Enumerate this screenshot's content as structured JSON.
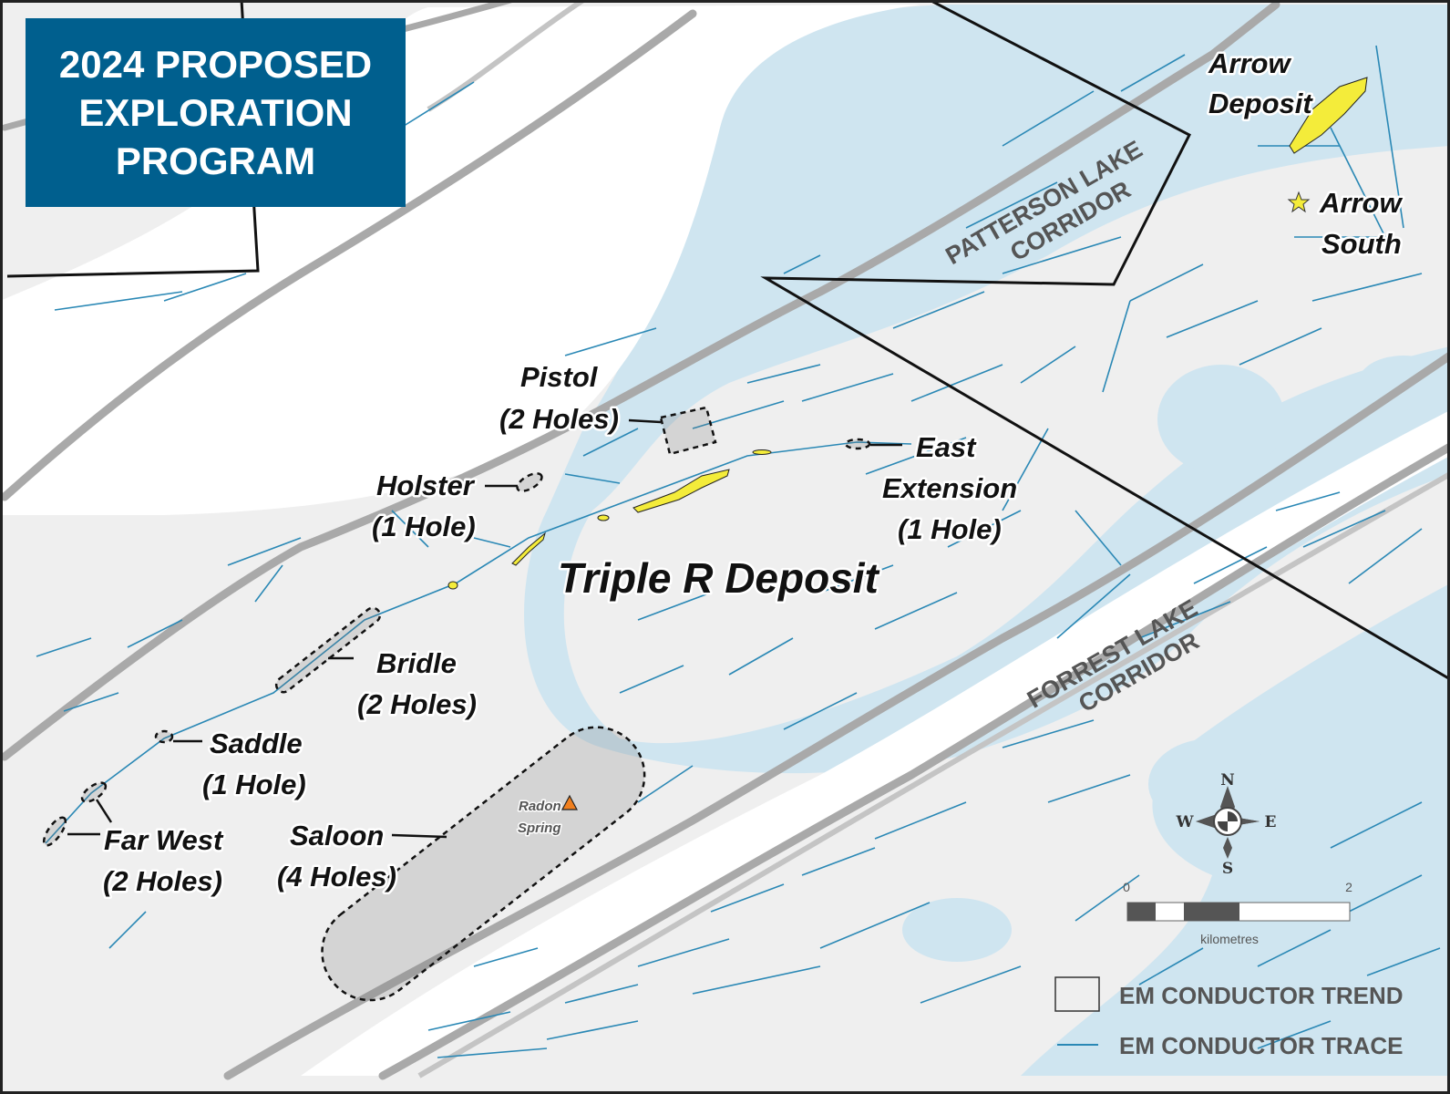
{
  "title": {
    "line1": "2024 PROPOSED",
    "line2": "EXPLORATION",
    "line3": "PROGRAM"
  },
  "targets": {
    "pistol": {
      "name": "Pistol",
      "holes": "(2 Holes)"
    },
    "holster": {
      "name": "Holster",
      "holes": "(1 Hole)"
    },
    "east_extension": {
      "name": "East",
      "name2": "Extension",
      "holes": "(1 Hole)"
    },
    "bridle": {
      "name": "Bridle",
      "holes": "(2 Holes)"
    },
    "saddle": {
      "name": "Saddle",
      "holes": "(1 Hole)"
    },
    "far_west": {
      "name": "Far West",
      "holes": "(2 Holes)"
    },
    "saloon": {
      "name": "Saloon",
      "holes": "(4 Holes)"
    }
  },
  "deposits": {
    "triple_r": "Triple R Deposit",
    "arrow_1": "Arrow",
    "arrow_2": "Deposit",
    "arrow_south_1": "Arrow",
    "arrow_south_2": "South"
  },
  "features": {
    "radon_1": "Radon",
    "radon_2": "Spring"
  },
  "corridors": {
    "patterson_1": "PATTERSON LAKE",
    "patterson_2": "CORRIDOR",
    "forrest_1": "FORREST LAKE",
    "forrest_2": "CORRIDOR"
  },
  "compass": {
    "n": "N",
    "s": "S",
    "e": "E",
    "w": "W"
  },
  "scale": {
    "min": "0",
    "max": "2",
    "unit": "kilometres"
  },
  "legend": {
    "trend": "EM CONDUCTOR TREND",
    "trace": "EM CONDUCTOR TRACE"
  },
  "colors": {
    "title_bg": "#005f8e",
    "lake": "#cfe5f0",
    "land": "#efefef",
    "trace": "#2a88b5",
    "deposit": "#f4ec3a",
    "radon": "#f07f1e"
  }
}
